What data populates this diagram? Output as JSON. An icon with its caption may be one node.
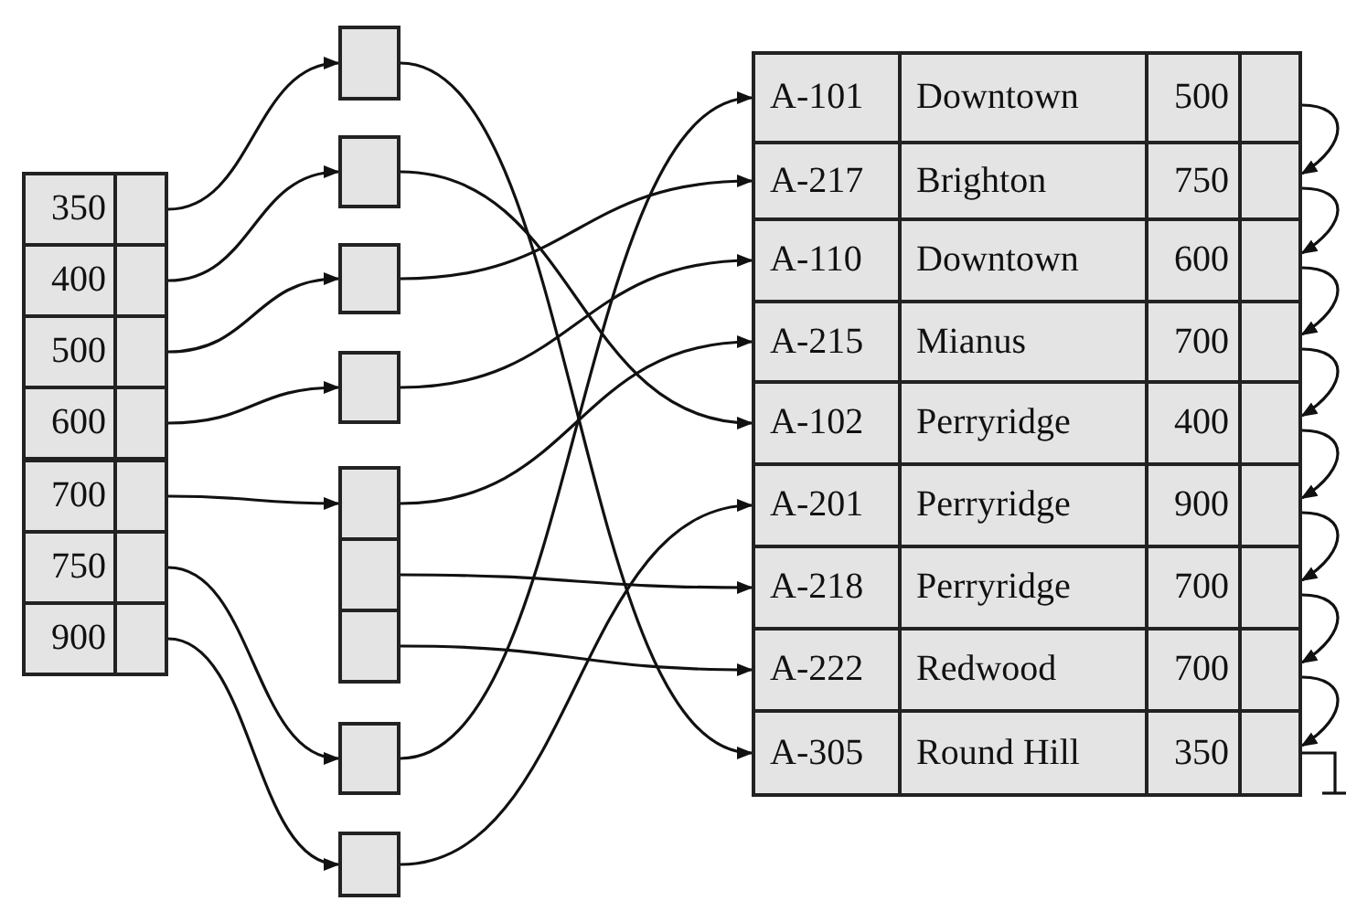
{
  "diagram": {
    "nodes": [
      {
        "text": [
          "350"
        ]
      },
      {
        "text": [
          "400"
        ]
      },
      {
        "text": [
          "500"
        ]
      },
      {
        "text": [
          "600"
        ]
      },
      {
        "text": [
          "700"
        ]
      },
      {
        "text": [
          "750"
        ]
      },
      {
        "text": [
          "900"
        ]
      },
      {
        "text": [],
        "shape": "box"
      },
      {
        "text": [],
        "shape": "box"
      },
      {
        "text": [],
        "shape": "box"
      },
      {
        "text": [],
        "shape": "box"
      },
      {
        "text": [],
        "shape": "box"
      },
      {
        "text": [],
        "shape": "box"
      },
      {
        "text": [],
        "shape": "box"
      },
      {
        "text": [],
        "shape": "box"
      },
      {
        "text": [],
        "shape": "box"
      },
      {
        "text": [
          "A-101",
          "Downtown",
          "500"
        ]
      },
      {
        "text": [
          "A-217",
          "Brighton",
          "750"
        ]
      },
      {
        "text": [
          "A-110",
          "Downtown",
          "600"
        ]
      },
      {
        "text": [
          "A-215",
          "Mianus",
          "700"
        ]
      },
      {
        "text": [
          "A-102",
          "Perryridge",
          "400"
        ]
      },
      {
        "text": [
          "A-201",
          "Perryridge",
          "900"
        ]
      },
      {
        "text": [
          "A-218",
          "Perryridge",
          "700"
        ]
      },
      {
        "text": [
          "A-222",
          "Redwood",
          "700"
        ]
      },
      {
        "text": [
          "A-305",
          "Round Hill",
          "350"
        ]
      }
    ],
    "edges": [
      {
        "from": 0,
        "to": 7,
        "arrow": "to"
      },
      {
        "from": 1,
        "to": 8,
        "arrow": "to"
      },
      {
        "from": 2,
        "to": 9,
        "arrow": "to"
      },
      {
        "from": 3,
        "to": 10,
        "arrow": "to"
      },
      {
        "from": 4,
        "to": 11,
        "arrow": "to"
      },
      {
        "from": 5,
        "to": 14,
        "arrow": "to"
      },
      {
        "from": 6,
        "to": 15,
        "arrow": "to"
      },
      {
        "from": 7,
        "to": 24,
        "arrow": "to"
      },
      {
        "from": 8,
        "to": 20,
        "arrow": "to"
      },
      {
        "from": 9,
        "to": 17,
        "arrow": "to"
      },
      {
        "from": 10,
        "to": 18,
        "arrow": "to"
      },
      {
        "from": 11,
        "to": 19,
        "arrow": "to"
      },
      {
        "from": 12,
        "to": 22,
        "arrow": "to"
      },
      {
        "from": 13,
        "to": 23,
        "arrow": "to"
      },
      {
        "from": 14,
        "to": 16,
        "arrow": "to"
      },
      {
        "from": 15,
        "to": 21,
        "arrow": "to"
      },
      {
        "from": 16,
        "to": 17,
        "arrow": "to"
      },
      {
        "from": 17,
        "to": 18,
        "arrow": "to"
      },
      {
        "from": 18,
        "to": 19,
        "arrow": "to"
      },
      {
        "from": 19,
        "to": 20,
        "arrow": "to"
      },
      {
        "from": 20,
        "to": 21,
        "arrow": "to"
      },
      {
        "from": 21,
        "to": 22,
        "arrow": "to"
      },
      {
        "from": 22,
        "to": 23,
        "arrow": "to"
      },
      {
        "from": 23,
        "to": 24,
        "arrow": "to"
      },
      {
        "from": 24,
        "to": null,
        "arrow": "none"
      }
    ]
  }
}
